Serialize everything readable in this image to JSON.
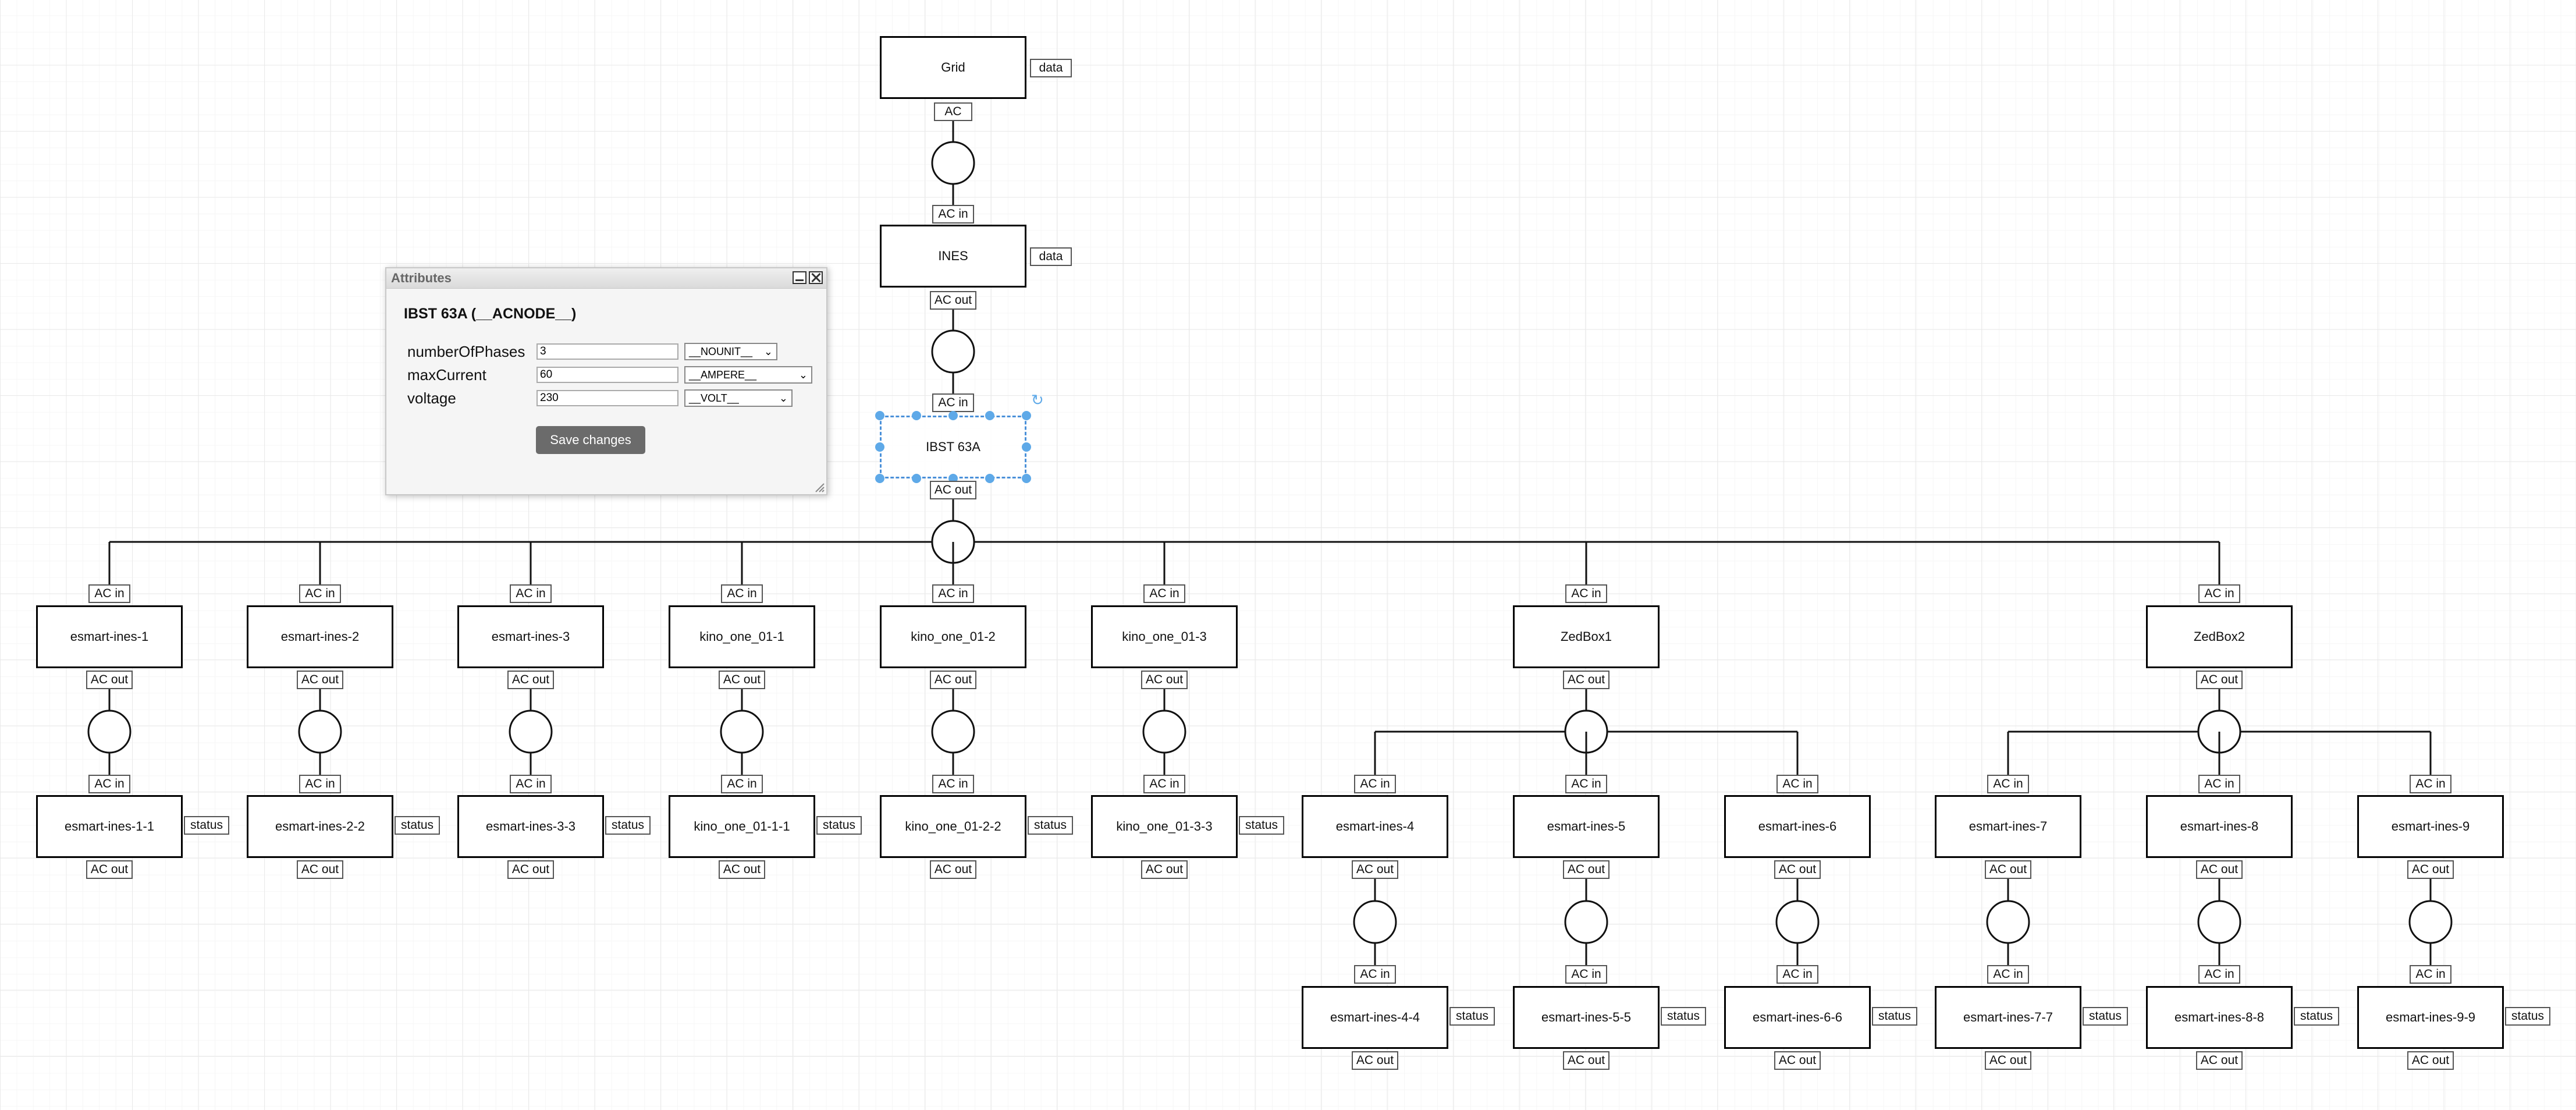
{
  "dialog": {
    "title": "Attributes",
    "heading": "IBST 63A (__ACNODE__)",
    "save_label": "Save changes",
    "attributes": [
      {
        "name": "numberOfPhases",
        "value": "3",
        "unit": "__NOUNIT__"
      },
      {
        "name": "maxCurrent",
        "value": "60",
        "unit": "__AMPERE__"
      },
      {
        "name": "voltage",
        "value": "230",
        "unit": "__VOLT__"
      }
    ]
  },
  "diagram": {
    "nodes": {
      "grid": "Grid",
      "ines": "INES",
      "ibst": "IBST 63A",
      "n1": "esmart-ines-1",
      "n2": "esmart-ines-2",
      "n3": "esmart-ines-3",
      "n4": "kino_one_01-1",
      "n5": "kino_one_01-2",
      "n6": "kino_one_01-3",
      "zed1": "ZedBox1",
      "zed2": "ZedBox2",
      "c1": "esmart-ines-1-1",
      "c2": "esmart-ines-2-2",
      "c3": "esmart-ines-3-3",
      "c4": "kino_one_01-1-1",
      "c5": "kino_one_01-2-2",
      "c6": "kino_one_01-3-3",
      "z4": "esmart-ines-4",
      "z5": "esmart-ines-5",
      "z6": "esmart-ines-6",
      "z7": "esmart-ines-7",
      "z8": "esmart-ines-8",
      "z9": "esmart-ines-9",
      "d4": "esmart-ines-4-4",
      "d5": "esmart-ines-5-5",
      "d6": "esmart-ines-6-6",
      "d7": "esmart-ines-7-7",
      "d8": "esmart-ines-8-8",
      "d9": "esmart-ines-9-9"
    },
    "ports": {
      "ac": "AC",
      "ac_in": "AC in",
      "ac_out": "AC out",
      "data": "data",
      "status": "status"
    }
  }
}
